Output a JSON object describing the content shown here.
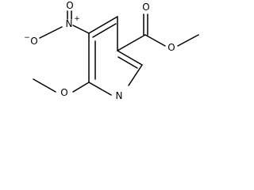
{
  "molecule": {
    "atoms": {
      "nitro_n": {
        "label": "N",
        "charge": "+"
      },
      "nitro_o_top": {
        "label": "O"
      },
      "nitro_o_left": {
        "label": "O",
        "charge": "−"
      },
      "ester_o_carbonyl": {
        "label": "O"
      },
      "ester_o_single": {
        "label": "O"
      },
      "methoxy_o": {
        "label": "O"
      },
      "ring_n": {
        "label": "N"
      }
    }
  }
}
